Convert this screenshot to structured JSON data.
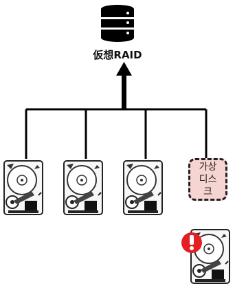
{
  "raid": {
    "label": "仮想RAID",
    "icon": "database-icon"
  },
  "disks": [
    {
      "icon": "hard-drive-icon",
      "status": "ok"
    },
    {
      "icon": "hard-drive-icon",
      "status": "ok"
    },
    {
      "icon": "hard-drive-icon",
      "status": "ok"
    }
  ],
  "virtual_disk": {
    "label": "가상디스크",
    "fill": "#f6d4d2"
  },
  "failed_disk": {
    "icon": "hard-drive-icon",
    "badge_icon": "exclamation-icon",
    "badge_color": "#e31e24"
  }
}
